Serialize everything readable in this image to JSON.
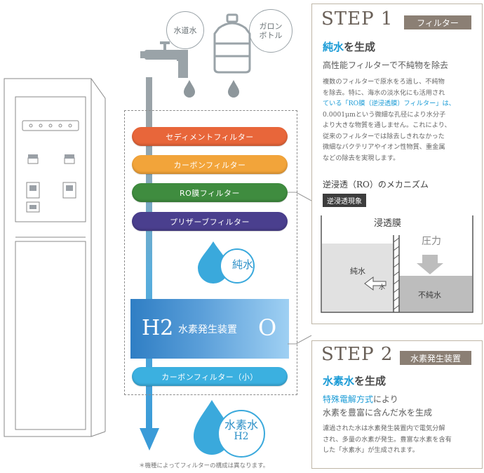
{
  "sources": {
    "tap_label": "水道水",
    "gallon_label": "ガロン\nボトル"
  },
  "filters": [
    {
      "label": "セディメントフィルター",
      "color": "#e8663a"
    },
    {
      "label": "カーボンフィルター",
      "color": "#f2a43a"
    },
    {
      "label": "RO膜フィルター",
      "color": "#3f8c3f"
    },
    {
      "label": "プリザーブフィルター",
      "color": "#4a3f8e"
    }
  ],
  "pure_water_label": "純水",
  "h2_unit": {
    "left": "H2",
    "label": "水素発生装置",
    "right": "O"
  },
  "small_carbon_filter": {
    "label": "カーボンフィルター（小）",
    "color": "#3bb0e0"
  },
  "hydrogen_water_drop": {
    "line1": "水素水",
    "line2": "H2"
  },
  "footnote": "＊機種によってフィルターの構成は異なります。",
  "step1": {
    "title": "STEP 1",
    "tag": "フィルター",
    "heading_accent": "純水",
    "heading_rest": "を生成",
    "subheading": "高性能フィルターで不純物を除去",
    "body_lines": [
      "複数のフィルターで原水をろ過し、不純物",
      "を除去。特に、海水の淡水化にも活用され",
      "ている「RO膜（逆浸透膜）フィルター」は、",
      "0.0001μmという微細な孔径により水分子",
      "より大きな物質を通しません。これにより、",
      "従来のフィルターでは除去しきれなかった",
      "微細なバクテリアやイオン性物質、重金属",
      "などの除去を実現します。"
    ],
    "mechanism_title": "逆浸透（RO）のメカニズム",
    "mechanism_tag": "逆浸透現象",
    "diagram": {
      "membrane": "浸透膜",
      "pressure": "圧力",
      "pure": "純水",
      "impure": "不純水",
      "water_arrow": "水"
    }
  },
  "step2": {
    "title": "STEP 2",
    "tag": "水素発生装置",
    "heading_accent": "水素水",
    "heading_rest": "を生成",
    "sub1_accent": "特殊電解方式",
    "sub1_rest": "により",
    "sub2": "水素を豊富に含んだ水を生成",
    "body_lines": [
      "濾過された水は水素発生装置内で電気分解",
      "され、多量の水素が発生。豊富な水素を含有",
      "した「水素水」が生成されます。"
    ]
  }
}
